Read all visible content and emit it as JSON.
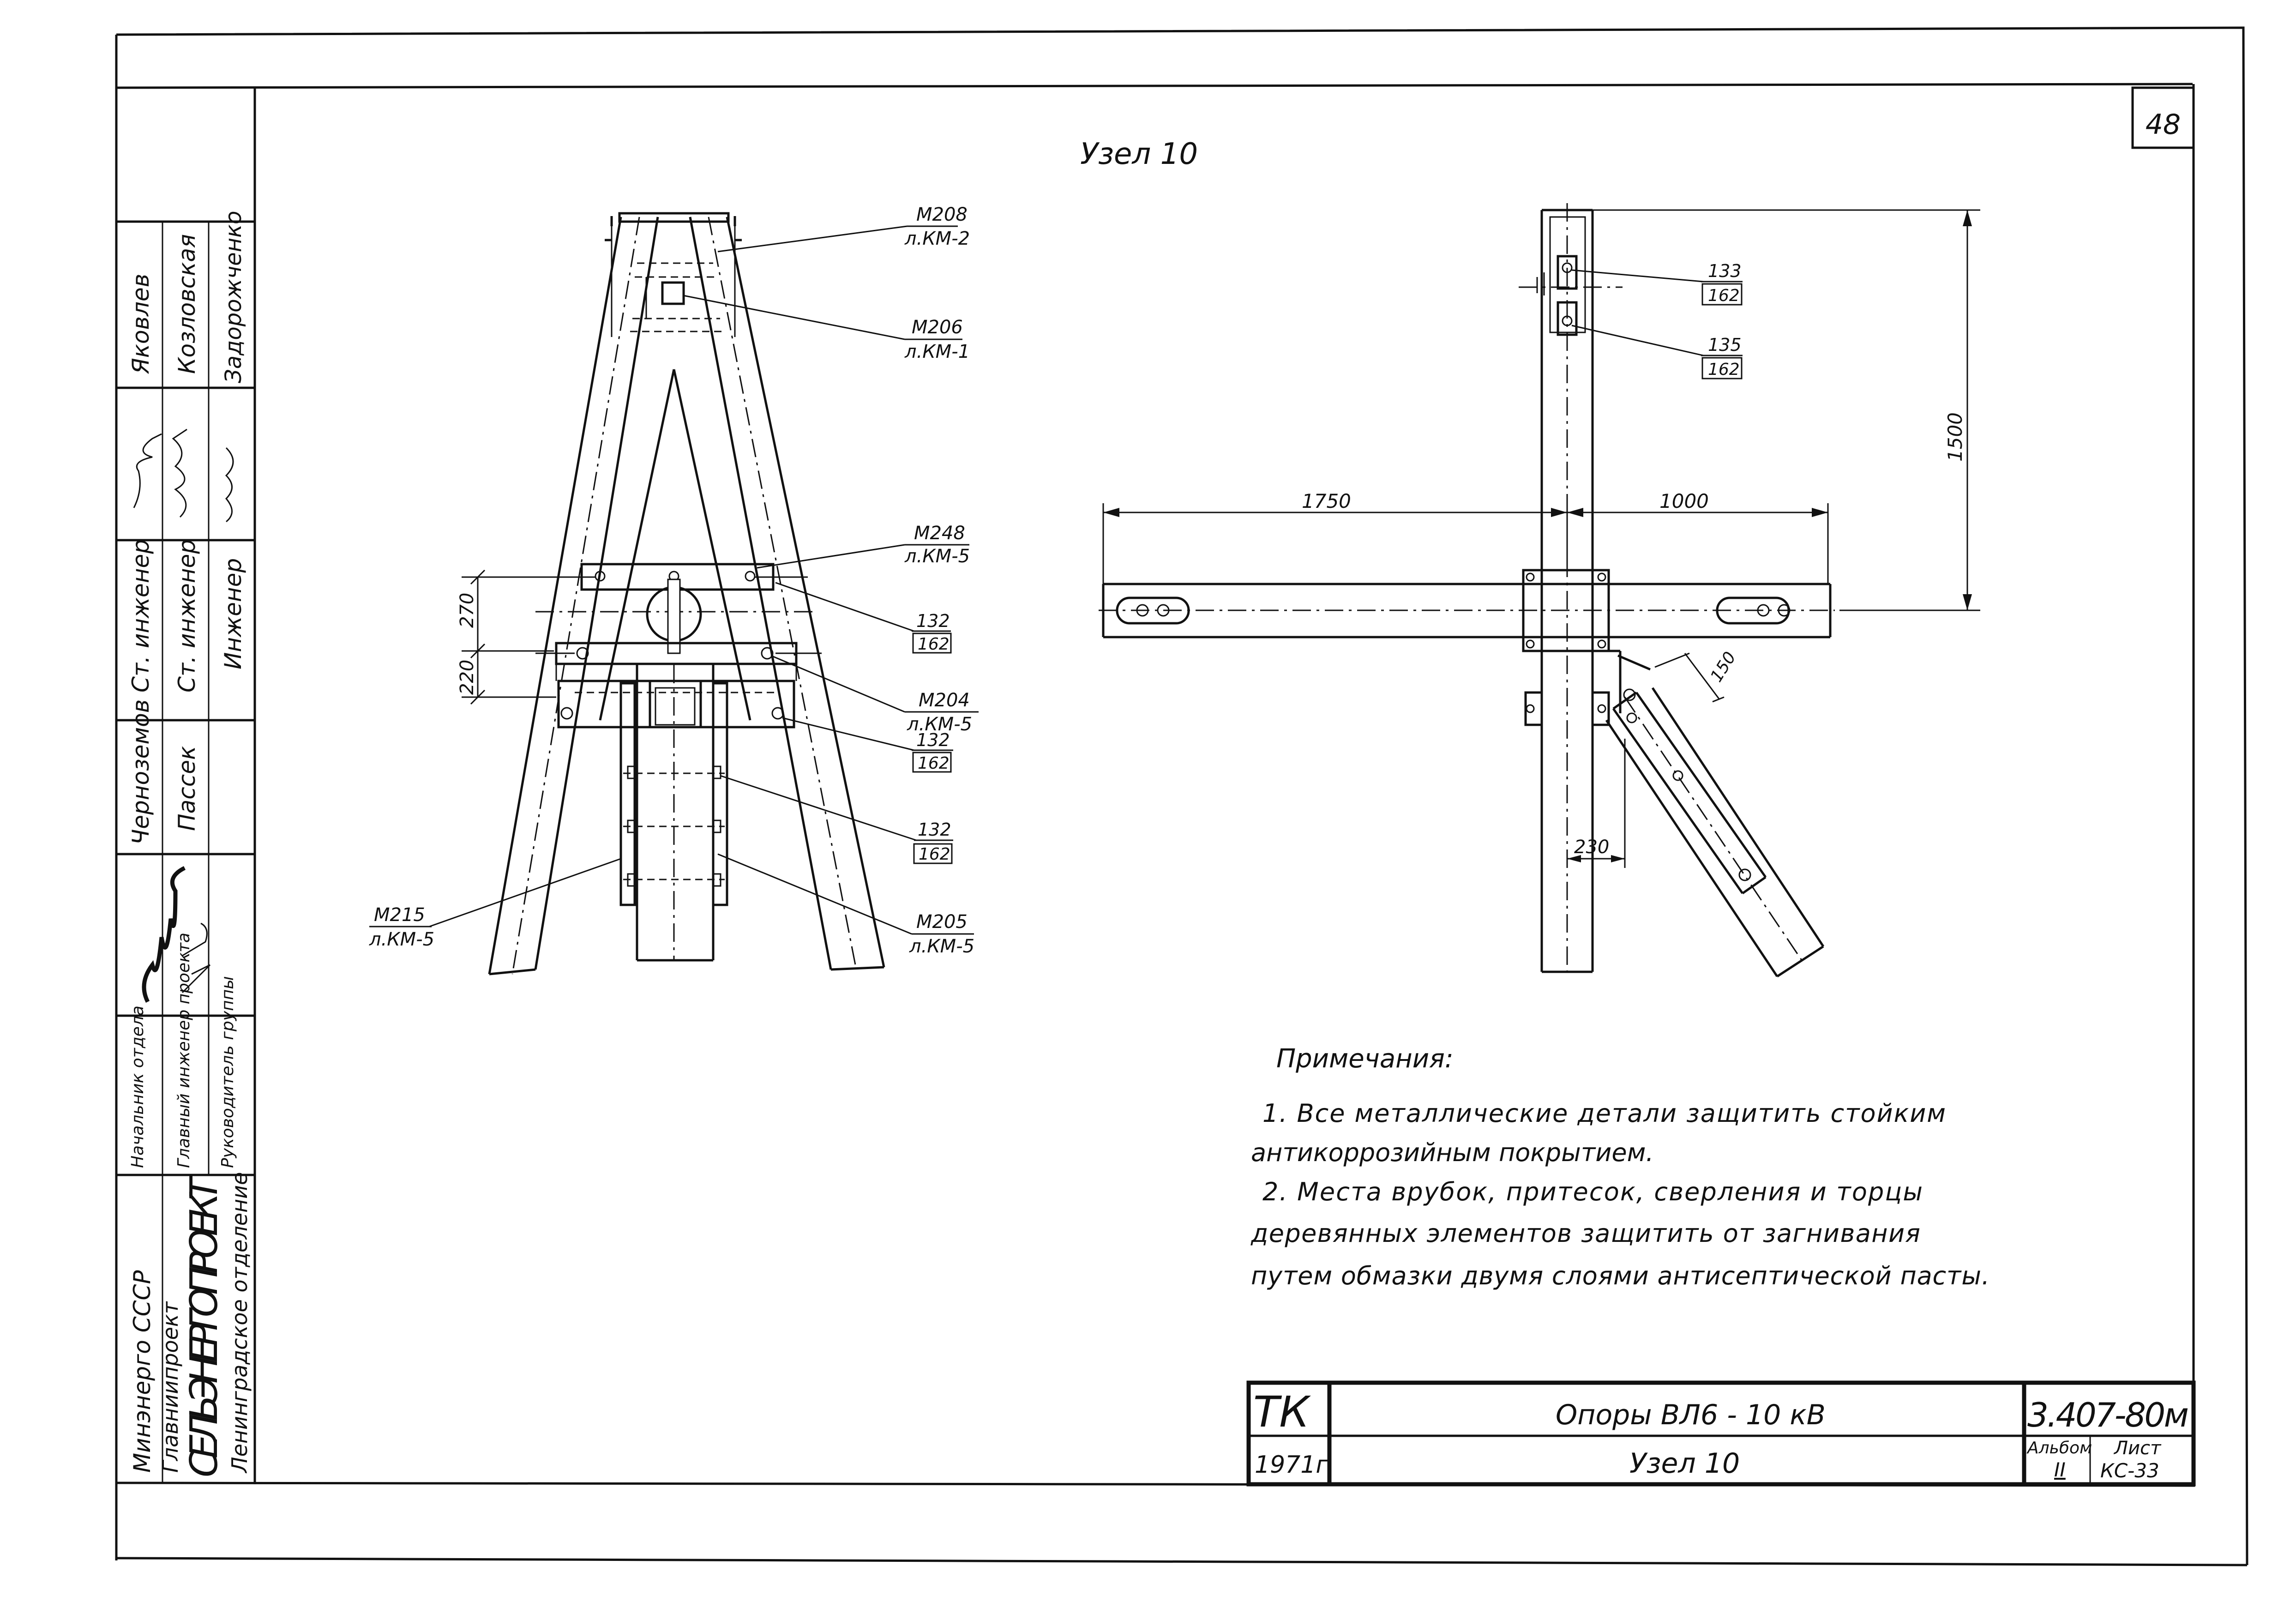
{
  "sheet": {
    "sheet_number": "48",
    "detail_title": "Узел 10"
  },
  "left_view": {
    "callouts": [
      {
        "id": "m208",
        "top": "М208",
        "bottom": "л.КМ-2"
      },
      {
        "id": "m206",
        "top": "М206",
        "bottom": "л.КМ-1"
      },
      {
        "id": "m248",
        "top": "М248",
        "bottom": "л.КМ-5"
      },
      {
        "id": "p132a",
        "top": "132",
        "bottom": "162"
      },
      {
        "id": "m204",
        "top": "М204",
        "bottom": "л.КМ-5"
      },
      {
        "id": "p132b",
        "top": "132",
        "bottom": "162"
      },
      {
        "id": "p132c",
        "top": "132",
        "bottom": "162"
      },
      {
        "id": "m205",
        "top": "М205",
        "bottom": "л.КМ-5"
      },
      {
        "id": "m215",
        "top": "М215",
        "bottom": "л.КМ-5"
      }
    ],
    "dims": {
      "d270": "270",
      "d220": "220"
    }
  },
  "right_view": {
    "callouts": [
      {
        "id": "p133",
        "top": "133",
        "bottom": "162"
      },
      {
        "id": "p135",
        "top": "135",
        "bottom": "162"
      }
    ],
    "dims": {
      "d1750": "1750",
      "d1000": "1000",
      "d1500": "1500",
      "d150": "150",
      "d230": "230"
    }
  },
  "notes": {
    "heading": "Примечания:",
    "lines": [
      "1. Все металлические детали защитить стойким",
      "антикоррозийным покрытием.",
      "2. Места врубок, притесок, сверления и торцы",
      "деревянных элементов защитить от загнивания",
      "путем обмазки двумя слоями антисептической пасты."
    ]
  },
  "stamp": {
    "org": [
      "Минэнерго СССР",
      "Главниипроект",
      "СЕЛЬЭНЕРГОПРОЕКТ",
      "Ленинградское отделение"
    ],
    "roles": [
      {
        "id": "head",
        "role": "Начальник отдела",
        "name": "Яковлев"
      },
      {
        "id": "chief",
        "role": "Главный инженер проекта",
        "name": "Козловская"
      },
      {
        "id": "lead",
        "role": "Руководитель группы",
        "name": "Задорожченко"
      }
    ],
    "positions": [
      {
        "id": "p1",
        "title": "Ст. инженер",
        "name": "Черноземов"
      },
      {
        "id": "p2",
        "title": "Ст. инженер",
        "name": "Пассек"
      },
      {
        "id": "p3",
        "title": "Инженер",
        "name": ""
      }
    ],
    "code_short": "ТК",
    "year": "1971г",
    "title_main": "Опоры ВЛ6 - 10 кВ",
    "title_sub": "Узел 10",
    "doc_code": "3.407-80м",
    "album_label": "Альбом",
    "album_value": "II",
    "sheet_label": "Лист",
    "sheet_value": "КС-33"
  }
}
